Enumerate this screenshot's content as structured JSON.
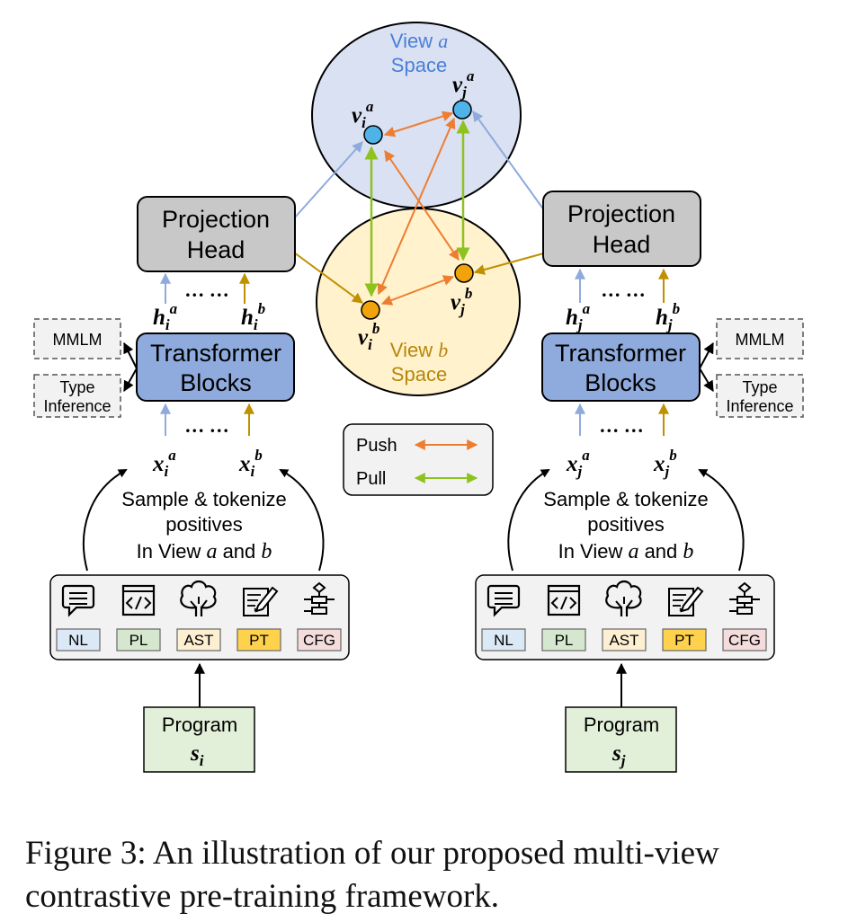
{
  "spaces": {
    "a": {
      "line1_prefix": "View ",
      "var": "a",
      "line2": "Space",
      "color": "#4a7fd6"
    },
    "b": {
      "line1_prefix": "View ",
      "var": "b",
      "line2": "Space",
      "color": "#b8860b"
    }
  },
  "nodes": {
    "vi_a": {
      "base": "v",
      "sub": "i",
      "sup": "a"
    },
    "vj_a": {
      "base": "v",
      "sub": "j",
      "sup": "a"
    },
    "vi_b": {
      "base": "v",
      "sub": "i",
      "sup": "b"
    },
    "vj_b": {
      "base": "v",
      "sub": "j",
      "sup": "b"
    }
  },
  "projection_head": {
    "line1": "Projection",
    "line2": "Head"
  },
  "transformer": {
    "line1": "Transformer",
    "line2": "Blocks"
  },
  "tasks": {
    "mmlm": "MMLM",
    "type_line1": "Type",
    "type_line2": "Inference"
  },
  "ellipsis": "… …",
  "sample_text": {
    "line1": "Sample & tokenize",
    "line2": "positives",
    "line3_prefix": "In View ",
    "a": "a",
    "and": " and ",
    "b": "b"
  },
  "left": {
    "h_a": {
      "base": "h",
      "sub": "i",
      "sup": "a"
    },
    "h_b": {
      "base": "h",
      "sub": "i",
      "sup": "b"
    },
    "x_a": {
      "base": "x",
      "sub": "i",
      "sup": "a"
    },
    "x_b": {
      "base": "x",
      "sub": "i",
      "sup": "b"
    },
    "program": {
      "label": "Program",
      "base": "s",
      "sub": "i"
    }
  },
  "right": {
    "h_a": {
      "base": "h",
      "sub": "j",
      "sup": "a"
    },
    "h_b": {
      "base": "h",
      "sub": "j",
      "sup": "b"
    },
    "x_a": {
      "base": "x",
      "sub": "j",
      "sup": "a"
    },
    "x_b": {
      "base": "x",
      "sub": "j",
      "sup": "b"
    },
    "program": {
      "label": "Program",
      "base": "s",
      "sub": "j"
    }
  },
  "views": [
    {
      "label": "NL",
      "icon": "speech-bubble-icon",
      "fill": "#dbe8f5"
    },
    {
      "label": "PL",
      "icon": "code-window-icon",
      "fill": "#d5e8cf"
    },
    {
      "label": "AST",
      "icon": "tree-icon",
      "fill": "#fdf0d2"
    },
    {
      "label": "PT",
      "icon": "pencil-doc-icon",
      "fill": "#ffd24d"
    },
    {
      "label": "CFG",
      "icon": "flowchart-icon",
      "fill": "#f4dcdc"
    }
  ],
  "legend": {
    "push": "Push",
    "pull": "Pull",
    "push_color": "#ed7d31",
    "pull_color": "#8dc21f"
  },
  "colors": {
    "projection_fill": "#c8c8c8",
    "transformer_fill": "#8faadc",
    "view_a_fill": "#d9e1f2",
    "view_b_fill": "#fff2cc",
    "node_a_fill": "#4fb3e8",
    "node_b_fill": "#f0a30a",
    "arrow_a": "#8faadc",
    "arrow_b": "#bf9000",
    "program_fill": "#e2efd9"
  },
  "caption": "Figure 3:  An illustration of our proposed multi-view contrastive pre-training framework."
}
